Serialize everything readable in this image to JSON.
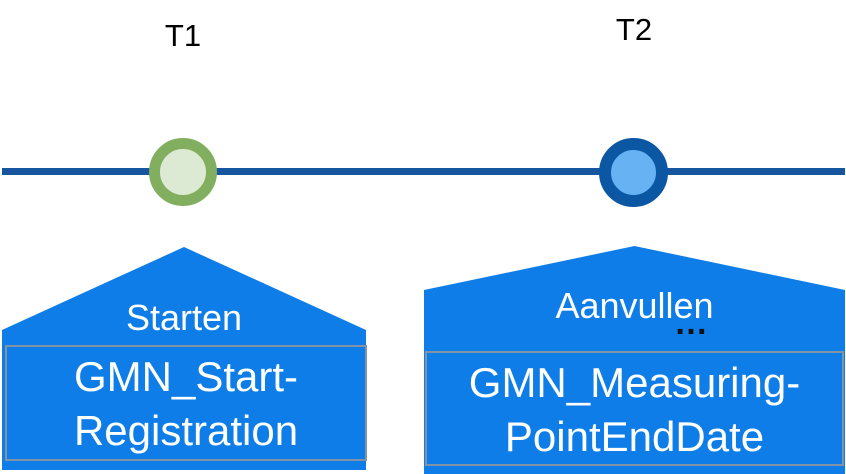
{
  "colors": {
    "timeline": "#17559E",
    "callout_blue": "#0E7DE8",
    "box_border": "#8193A5",
    "marker1_ring": "#82AE5F",
    "marker1_fill": "#DCEAD3",
    "marker2_ring": "#0B57A4",
    "marker2_fill": "#66B2F3"
  },
  "markers": [
    {
      "label": "T1",
      "action": "Starten",
      "message_lines": [
        "GMN_Start-",
        "Registration"
      ]
    },
    {
      "label": "T2",
      "action": "Aanvullen",
      "ellipsis": "…",
      "message_lines": [
        "GMN_Measuring-",
        "PointEndDate"
      ]
    }
  ]
}
